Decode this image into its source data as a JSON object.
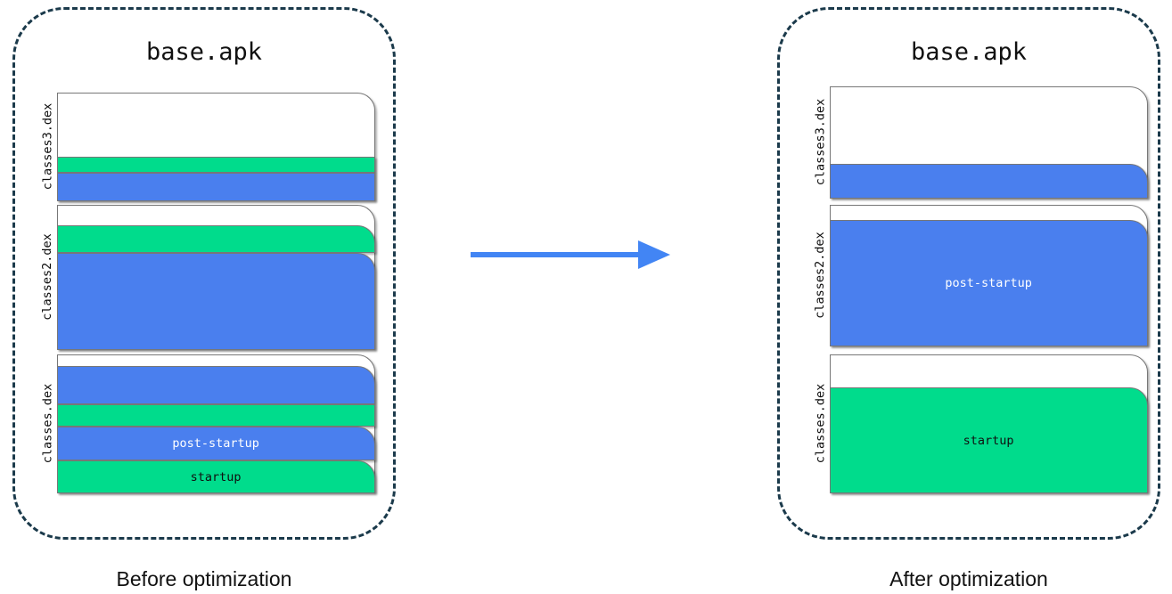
{
  "colors": {
    "startup_green": "#00dc8c",
    "post_startup_blue": "#4a7fee",
    "empty_white": "#ffffff",
    "panel_border": "#1b3a4b",
    "box_border": "#777777",
    "arrow": "#4285f4"
  },
  "arrow": {
    "icon": "right-arrow-icon",
    "direction": "right"
  },
  "panels": [
    {
      "id": "before",
      "title": "base.apk",
      "caption": "Before optimization",
      "dex_files": [
        {
          "label": "classes3.dex",
          "segments": [
            {
              "kind": "empty",
              "text": ""
            },
            {
              "kind": "startup",
              "text": ""
            },
            {
              "kind": "post-startup",
              "text": ""
            }
          ]
        },
        {
          "label": "classes2.dex",
          "segments": [
            {
              "kind": "empty",
              "text": ""
            },
            {
              "kind": "startup",
              "text": ""
            },
            {
              "kind": "post-startup",
              "text": ""
            }
          ]
        },
        {
          "label": "classes.dex",
          "segments": [
            {
              "kind": "empty",
              "text": ""
            },
            {
              "kind": "post-startup",
              "text": ""
            },
            {
              "kind": "startup",
              "text": ""
            },
            {
              "kind": "post-startup",
              "text": "post-startup"
            },
            {
              "kind": "startup",
              "text": "startup"
            }
          ]
        }
      ]
    },
    {
      "id": "after",
      "title": "base.apk",
      "caption": "After optimization",
      "dex_files": [
        {
          "label": "classes3.dex",
          "segments": [
            {
              "kind": "empty",
              "text": ""
            },
            {
              "kind": "post-startup",
              "text": ""
            }
          ]
        },
        {
          "label": "classes2.dex",
          "segments": [
            {
              "kind": "empty",
              "text": ""
            },
            {
              "kind": "post-startup",
              "text": "post-startup"
            }
          ]
        },
        {
          "label": "classes.dex",
          "segments": [
            {
              "kind": "empty",
              "text": ""
            },
            {
              "kind": "startup",
              "text": "startup"
            }
          ]
        }
      ]
    }
  ]
}
